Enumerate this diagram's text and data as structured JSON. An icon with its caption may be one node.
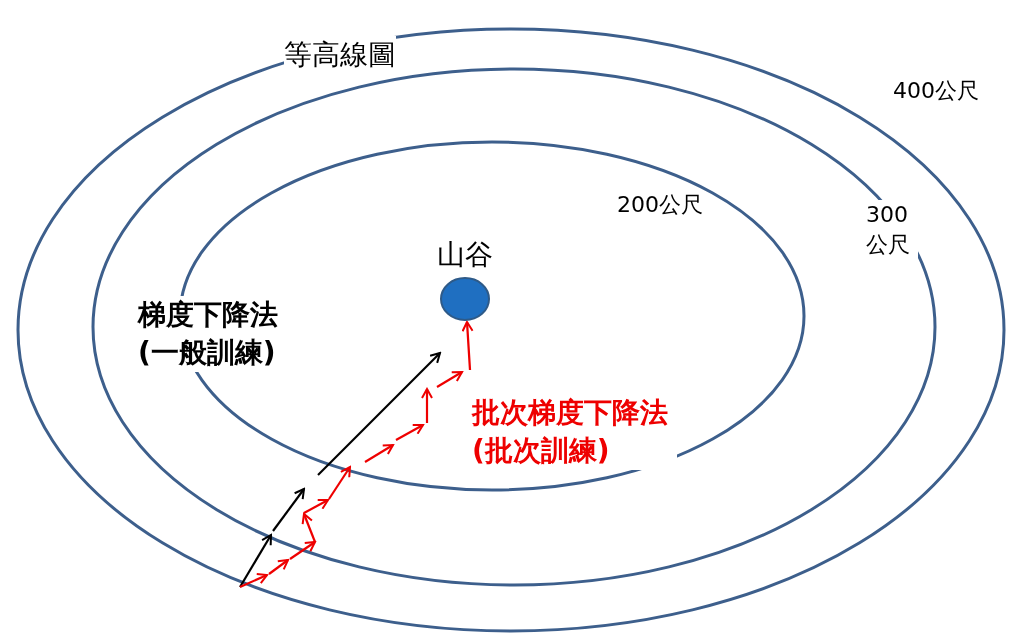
{
  "diagram": {
    "title": "等高線圖",
    "nodes": [
      {
        "text": [
          "山谷"
        ]
      }
    ],
    "edges": [],
    "labels": [
      "400公尺",
      "200公尺",
      "300公尺",
      "梯度下降法(一般訓練)",
      "批次梯度下降法(批次訓練)"
    ]
  }
}
